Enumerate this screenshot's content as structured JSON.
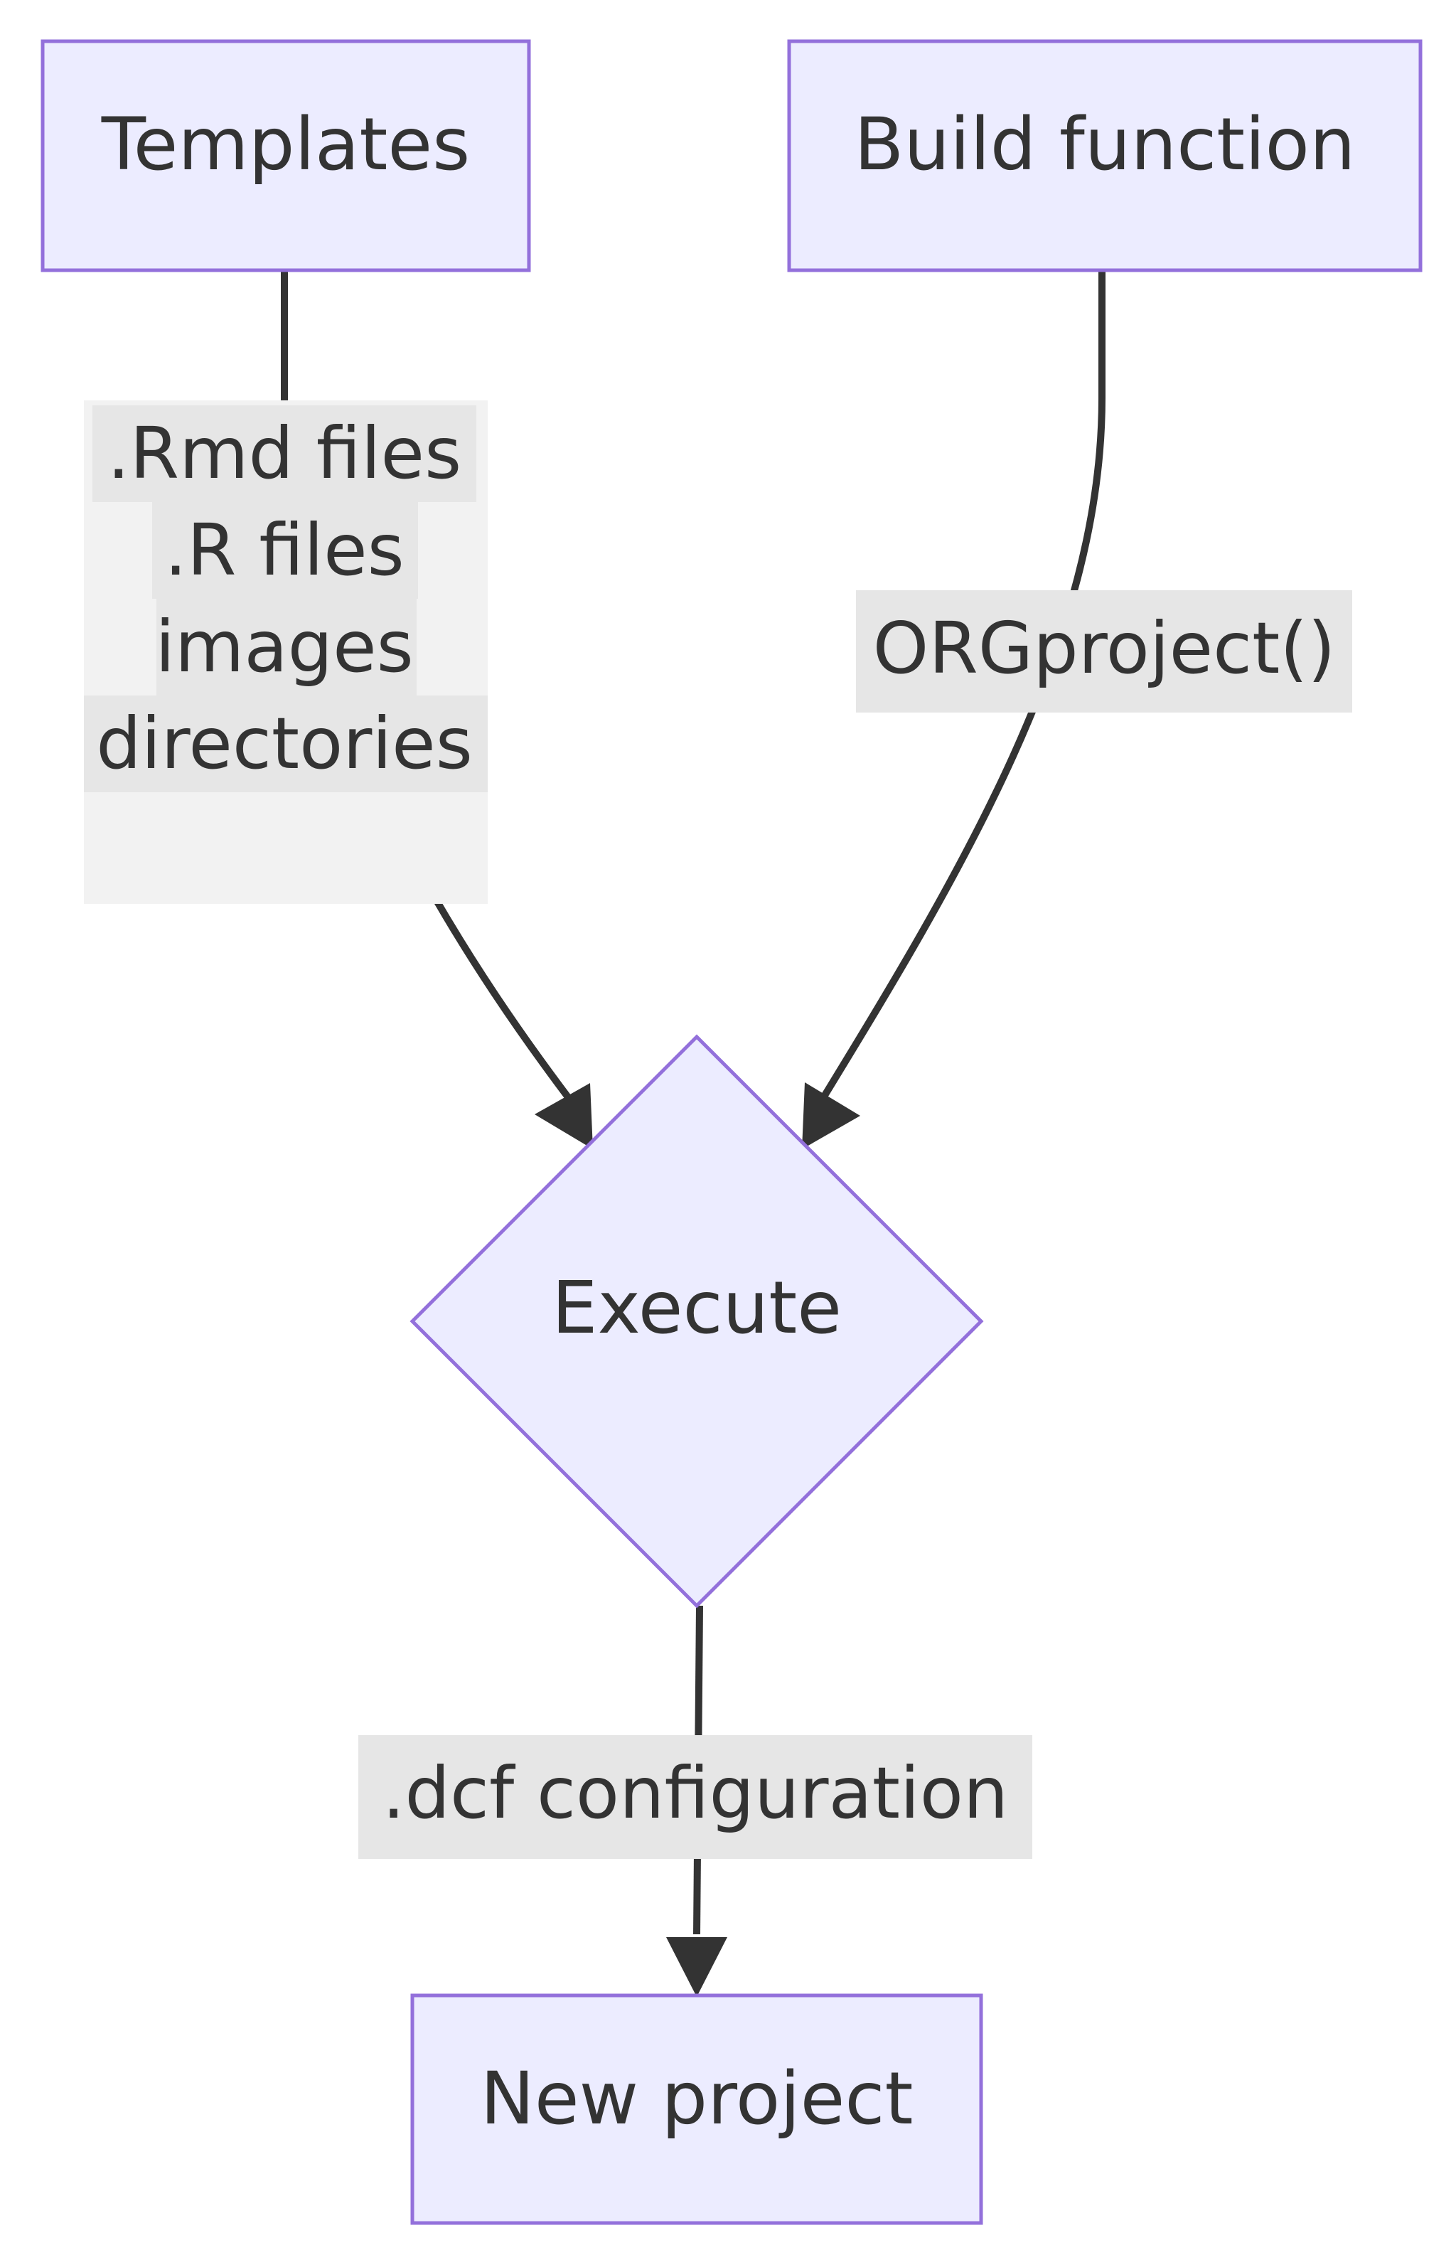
{
  "nodes": {
    "templates": "Templates",
    "build_function": "Build function",
    "execute": "Execute",
    "new_project": "New project"
  },
  "edges": {
    "templates_to_execute": [
      ".Rmd files",
      ".R files",
      "images",
      "directories"
    ],
    "build_to_execute": "ORGproject()",
    "execute_to_new_project": ".dcf configuration"
  },
  "colors": {
    "node_fill": "#ececff",
    "node_stroke": "#9370db",
    "edge": "#333333",
    "label_background": "#e6e6e6",
    "text": "#333333"
  }
}
